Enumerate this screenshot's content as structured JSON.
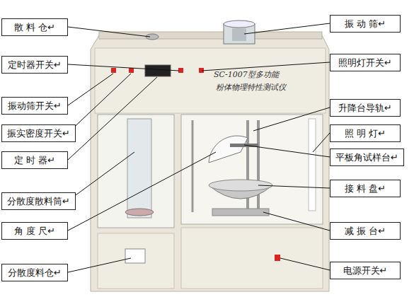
{
  "diagram": {
    "nodes": [
      {
        "text": [
          "散 料 仓↵"
        ]
      },
      {
        "text": [
          "定时器开关↵"
        ]
      },
      {
        "text": [
          "振动筛开关↵"
        ]
      },
      {
        "text": [
          "振实密度开关↵"
        ]
      },
      {
        "text": [
          "定 时 器↵"
        ]
      },
      {
        "text": [
          "分散度散料筒↵"
        ]
      },
      {
        "text": [
          "角 度 尺↵"
        ]
      },
      {
        "text": [
          "分散度料仓↵"
        ]
      },
      {
        "text": [
          "振 动 筛↵"
        ]
      },
      {
        "text": [
          "照明灯开关↵"
        ]
      },
      {
        "text": [
          "升降台导轨↵"
        ]
      },
      {
        "text": [
          "照 明 灯↵"
        ]
      },
      {
        "text": [
          "平板角试样台↵"
        ]
      },
      {
        "text": [
          "接 料 盘↵"
        ]
      },
      {
        "text": [
          "减 振 台↵"
        ]
      },
      {
        "text": [
          "电源开关↵"
        ]
      }
    ],
    "edges": [],
    "labels": [
      "SC-1007型多功能",
      "粉体物理特性测试仪"
    ]
  }
}
